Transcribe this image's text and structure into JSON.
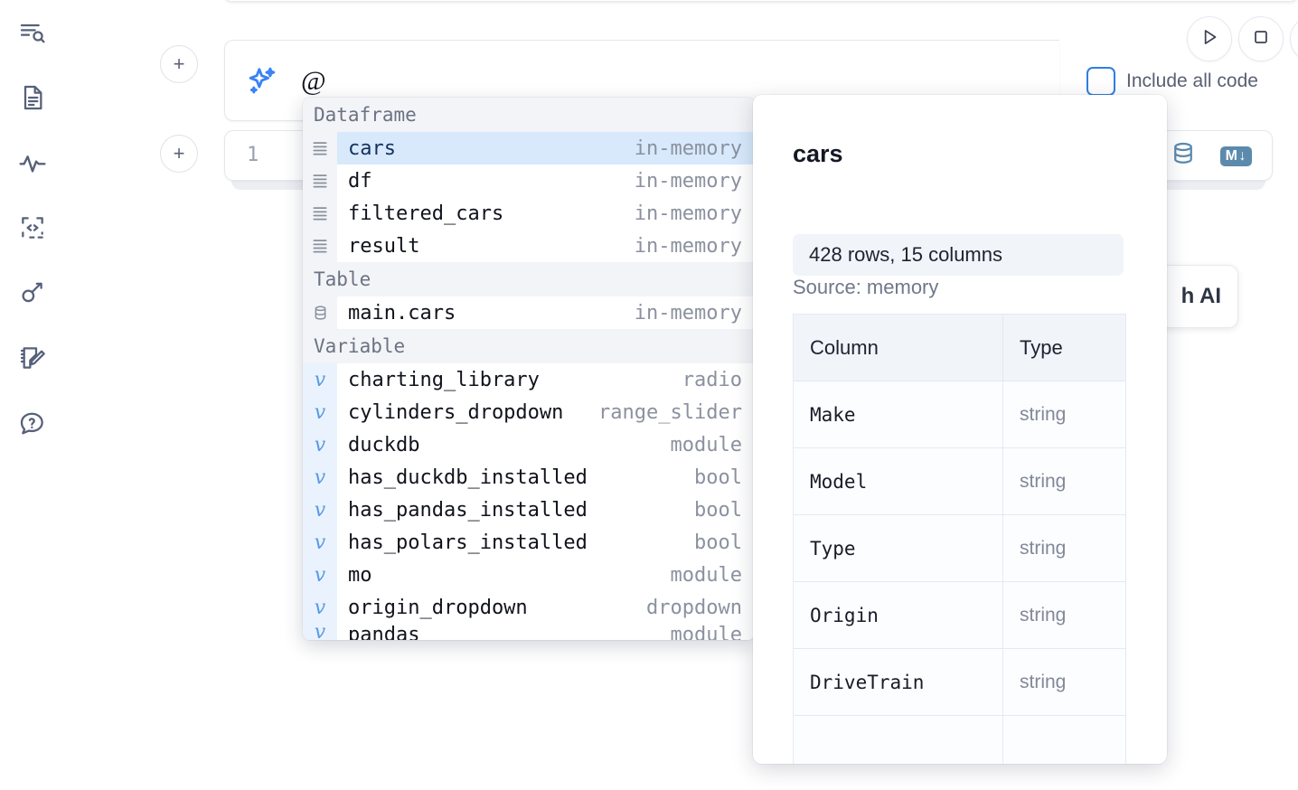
{
  "sidebar": {
    "items": [
      {
        "name": "outline-search-icon",
        "title": "Explore"
      },
      {
        "name": "document-icon",
        "title": "Notebook"
      },
      {
        "name": "activity-icon",
        "title": "Activity"
      },
      {
        "name": "code-snippet-icon",
        "title": "Snippets"
      },
      {
        "name": "key-icon",
        "title": "Secrets"
      },
      {
        "name": "scratchpad-icon",
        "title": "Scratchpad"
      },
      {
        "name": "help-chat-icon",
        "title": "Help"
      }
    ]
  },
  "toolbar": {
    "run_label": "Run",
    "stop_label": "Stop",
    "include_all_code_label": "Include all code",
    "include_all_code_checked": false,
    "accent_color": "#3b82f6",
    "icon_color": "#5b8aad"
  },
  "ai_cell": {
    "icon": "sparkles-icon",
    "input_value": "@",
    "placeholder": ""
  },
  "code_cell": {
    "line_number": "1",
    "database_icon": "database-icon",
    "markdown_badge": "M",
    "markdown_badge_arrow": "↓"
  },
  "ai_chip": {
    "label": "h AI"
  },
  "autocomplete": {
    "groups": [
      {
        "label": "Dataframe",
        "icon": "dataframe-icon",
        "items": [
          {
            "name": "cars",
            "type": "in-memory",
            "selected": true
          },
          {
            "name": "df",
            "type": "in-memory",
            "selected": false
          },
          {
            "name": "filtered_cars",
            "type": "in-memory",
            "selected": false
          },
          {
            "name": "result",
            "type": "in-memory",
            "selected": false
          }
        ]
      },
      {
        "label": "Table",
        "icon": "table-icon",
        "items": [
          {
            "name": "main.cars",
            "type": "in-memory",
            "selected": false
          }
        ]
      },
      {
        "label": "Variable",
        "icon": "variable-icon",
        "items": [
          {
            "name": "charting_library",
            "type": "radio",
            "selected": false
          },
          {
            "name": "cylinders_dropdown",
            "type": "range_slider",
            "selected": false
          },
          {
            "name": "duckdb",
            "type": "module",
            "selected": false
          },
          {
            "name": "has_duckdb_installed",
            "type": "bool",
            "selected": false
          },
          {
            "name": "has_pandas_installed",
            "type": "bool",
            "selected": false
          },
          {
            "name": "has_polars_installed",
            "type": "bool",
            "selected": false
          },
          {
            "name": "mo",
            "type": "module",
            "selected": false
          },
          {
            "name": "origin_dropdown",
            "type": "dropdown",
            "selected": false
          }
        ]
      }
    ]
  },
  "detail": {
    "title": "cars",
    "source": "Source: memory",
    "shape": "428 rows, 15 columns",
    "columns_header": "Column",
    "type_header": "Type",
    "rows": [
      {
        "column": "Make",
        "type": "string"
      },
      {
        "column": "Model",
        "type": "string"
      },
      {
        "column": "Type",
        "type": "string"
      },
      {
        "column": "Origin",
        "type": "string"
      },
      {
        "column": "DriveTrain",
        "type": "string"
      }
    ]
  }
}
